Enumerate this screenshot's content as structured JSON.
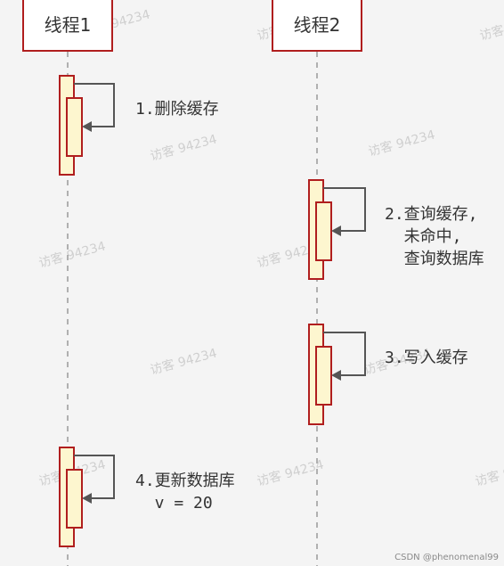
{
  "participants": [
    {
      "id": "thread-1",
      "label": "线程1"
    },
    {
      "id": "thread-2",
      "label": "线程2"
    }
  ],
  "steps": [
    {
      "participant": "thread-1",
      "lines": [
        "1.删除缓存"
      ]
    },
    {
      "participant": "thread-2",
      "lines": [
        "2.查询缓存,",
        "  未命中,",
        "  查询数据库"
      ]
    },
    {
      "participant": "thread-2",
      "lines": [
        "3.写入缓存"
      ]
    },
    {
      "participant": "thread-1",
      "lines": [
        "4.更新数据库",
        "  v = 20"
      ]
    }
  ],
  "watermark_text": "访客 94234",
  "credit": "CSDN @phenomenal99",
  "colors": {
    "border": "#b01e1e",
    "activation_fill": "#fdf6cf",
    "arrow": "#555555",
    "lifeline": "#9a9a9a"
  }
}
